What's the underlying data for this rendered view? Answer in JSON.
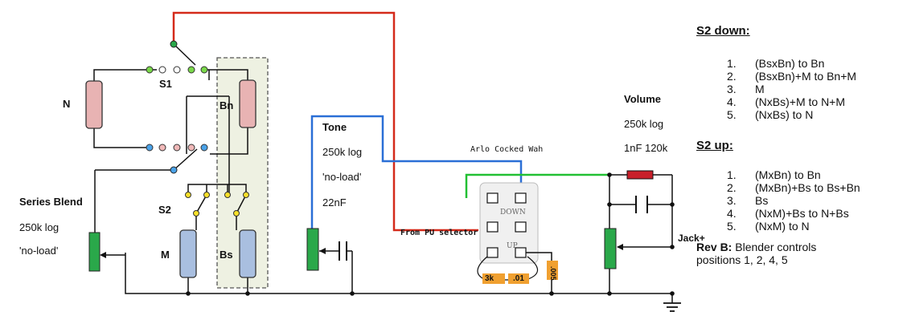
{
  "labels": {
    "n": "N",
    "s1": "S1",
    "bn": "Bn",
    "s2": "S2",
    "m": "M",
    "bs": "Bs",
    "series_blend": "Series Blend",
    "blend_value": "250k log",
    "blend_note": "'no-load'",
    "tone": "Tone",
    "tone_value": "250k log",
    "tone_note": "'no-load'",
    "tone_cap": "22nF",
    "volume": "Volume",
    "volume_value": "250k log",
    "volume_rc": "1nF 120k",
    "jack": "Jack+",
    "wah": "Arlo Cocked Wah",
    "from_pu": "From PU selector",
    "down": "DOWN",
    "up": "UP",
    "r3k": "3k",
    "c01": ".01",
    "c005": ".005"
  },
  "s2_down": {
    "title": "S2 down:",
    "items": [
      {
        "num": "1.",
        "text": "(BsxBn) to Bn"
      },
      {
        "num": "2.",
        "text": "(BsxBn)+M to Bn+M"
      },
      {
        "num": "3.",
        "text": "M"
      },
      {
        "num": "4.",
        "text": "(NxBs)+M to N+M"
      },
      {
        "num": "5.",
        "text": "(NxBs) to N"
      }
    ]
  },
  "s2_up": {
    "title": "S2 up:",
    "items": [
      {
        "num": "1.",
        "text": "(MxBn) to Bn"
      },
      {
        "num": "2.",
        "text": "(MxBn)+Bs to Bs+Bn"
      },
      {
        "num": "3.",
        "text": "Bs"
      },
      {
        "num": "4.",
        "text": "(NxM)+Bs to N+Bs"
      },
      {
        "num": "5.",
        "text": "(NxM) to N"
      }
    ]
  },
  "rev_note": {
    "bold": "Rev B:",
    "line1": " Blender controls",
    "line2": "positions 1, 2, 4, 5"
  },
  "colors": {
    "hot": "#d42a1a",
    "tone_wire": "#2a6fd6",
    "wah_wire": "#22c033",
    "ground": "#111111",
    "pickup_n": "#e8b3b3",
    "pickup_bn": "#e8b3b3",
    "pickup_m": "#a9bfe0",
    "pickup_bs": "#a9bfe0",
    "pot_green": "#2aa84a",
    "resistor": "#c8202a",
    "cap_orange": "#f0a030"
  }
}
